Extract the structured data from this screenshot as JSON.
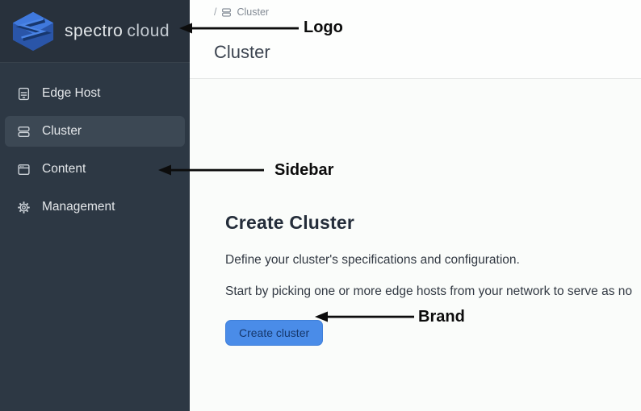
{
  "brand": {
    "name_primary": "spectro",
    "name_secondary": "cloud"
  },
  "sidebar": {
    "items": [
      {
        "label": "Edge Host",
        "icon": "edge-host-icon",
        "selected": false
      },
      {
        "label": "Cluster",
        "icon": "cluster-icon",
        "selected": true
      },
      {
        "label": "Content",
        "icon": "content-icon",
        "selected": false
      },
      {
        "label": "Management",
        "icon": "gear-icon",
        "selected": false
      }
    ]
  },
  "header": {
    "breadcrumb": {
      "separator": "/",
      "label": "Cluster"
    },
    "page_title": "Cluster"
  },
  "main": {
    "heading": "Create Cluster",
    "description": "Define your cluster's specifications and configuration.",
    "instruction": "Start by picking one or more edge hosts from your network to serve as no",
    "create_button_label": "Create cluster"
  },
  "annotations": [
    {
      "label": "Logo",
      "target": "logo"
    },
    {
      "label": "Sidebar",
      "target": "sidebar"
    },
    {
      "label": "Brand",
      "target": "create-cluster-button"
    }
  ],
  "colors": {
    "sidebar_bg": "#2d3844",
    "sidebar_selected_bg": "#3c4854",
    "accent_blue": "#4a8ce8",
    "button_text": "#16386c",
    "logo_blue_light": "#4079dd",
    "logo_blue_dark": "#2a55a8",
    "annotation": "#0c0c0c"
  }
}
